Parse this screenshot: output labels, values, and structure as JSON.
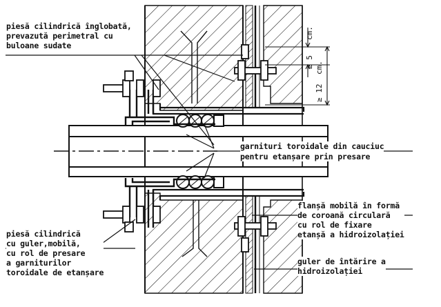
{
  "labels": {
    "top_left": [
      "piesă cilindrică înglobată,",
      "prevazută perimetral cu",
      "buloane sudate"
    ],
    "center": [
      "garnituri toroidale din cauciuc",
      "pentru etanșare prin presare"
    ],
    "bottom_left": [
      "piesă cilindrică",
      "cu guler,mobilă,",
      "cu rol de presare",
      "a garniturilor",
      "toroidale de etanșare"
    ],
    "right_flange": [
      "flanșă mobilă în formă",
      "de coroană circulară",
      "cu rol de fixare",
      "etanșă a hidroizolației"
    ],
    "right_collar": [
      "guler de întărire a",
      "hidroizolației"
    ]
  },
  "dimensions": {
    "unit_top": "cm.",
    "dim_small": "≥ 5",
    "unit_mid": "cm.",
    "dim_large": "≥ 12"
  },
  "colors": {
    "line": "#111111",
    "background": "#ffffff"
  }
}
